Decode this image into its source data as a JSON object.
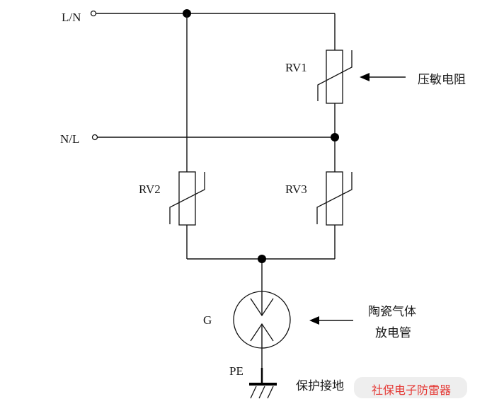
{
  "terminals": {
    "line_top": "L/N",
    "line_mid": "N/L",
    "ground": "PE"
  },
  "components": {
    "rv1": "RV1",
    "rv2": "RV2",
    "rv3": "RV3",
    "gdt": "G"
  },
  "annotations": {
    "varistor": "压敏电阻",
    "gdt_line1": "陶瓷气体",
    "gdt_line2": "放电管",
    "ground": "保护接地"
  },
  "watermark": {
    "text": "社保电子防雷器",
    "color": "#e53935"
  }
}
